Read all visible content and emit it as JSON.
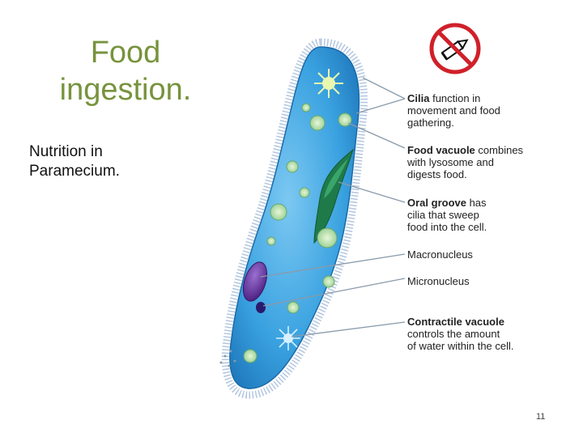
{
  "slide": {
    "title_line1": "Food",
    "title_line2": "ingestion.",
    "subtitle_line1": "Nutrition in",
    "subtitle_line2": "Paramecium.",
    "page_number": "11"
  },
  "labels": {
    "cilia": {
      "term": "Cilia",
      "rest1": " function in",
      "line2": "movement and food",
      "line3": "gathering."
    },
    "food_vacuole": {
      "term": "Food vacuole",
      "rest1": " combines",
      "line2": "with lysosome and",
      "line3": "digests food."
    },
    "oral_groove": {
      "term": "Oral groove",
      "rest1": " has",
      "line2": "cilia that sweep",
      "line3": "food into the cell."
    },
    "macronucleus": {
      "text": "Macronucleus"
    },
    "micronucleus": {
      "text": "Micronucleus"
    },
    "contractile_vacuole": {
      "term": "Contractile vacuole",
      "line2": "controls the amount",
      "line3": "of water within the cell."
    }
  },
  "colors": {
    "title": "#77933c",
    "cell_body": "#3aa2e0",
    "oral_groove": "#1f7a4a",
    "macronucleus": "#5b2d91",
    "no_pencil_sign": "#d0202a"
  },
  "icons": {
    "no_writing_sign": "no-pencil-icon"
  }
}
